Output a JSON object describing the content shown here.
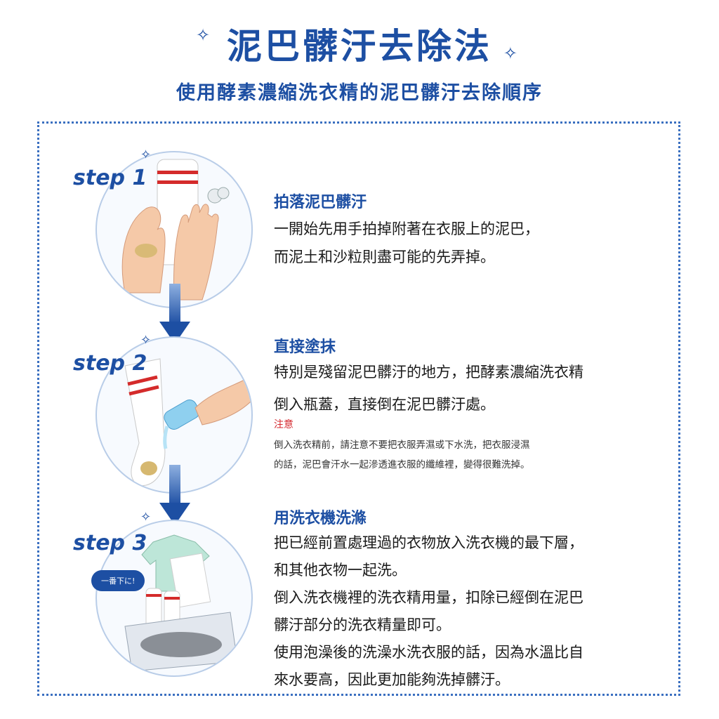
{
  "header": {
    "title": "泥巴髒汙去除法",
    "subtitle": "使用酵素濃縮洗衣精的泥巴髒汙去除順序",
    "sparkle_icon": "✧"
  },
  "steps": [
    {
      "label": "step 1",
      "heading": "拍落泥巴髒汙",
      "lines": [
        "一開始先用手拍掉附著在衣服上的泥巴，",
        "而泥土和沙粒則盡可能的先弄掉。"
      ]
    },
    {
      "label": "step 2",
      "heading": "直接塗抹",
      "lines": [
        "特別是殘留泥巴髒汙的地方，把酵素濃縮洗衣精",
        "倒入瓶蓋，直接倒在泥巴髒汙處。"
      ],
      "note_label": "注意",
      "note_lines": [
        "倒入洗衣精前，請注意不要把衣服弄濕或下水洗，把衣服浸濕",
        "的話，泥巴會汗水一起滲透進衣服的纖維裡，變得很難洗掉。"
      ]
    },
    {
      "label": "step 3",
      "heading": "用洗衣機洗滌",
      "bubble": "一番下に!",
      "lines": [
        "把已經前置處理過的衣物放入洗衣機的最下層，",
        "和其他衣物一起洗。",
        "倒入洗衣機裡的洗衣精用量，扣除已經倒在泥巴",
        "髒汙部分的洗衣精量即可。",
        "使用泡澡後的洗澡水洗衣服的話，因為水溫比自",
        "來水要高，因此更加能夠洗掉髒汙。"
      ]
    }
  ],
  "colors": {
    "brand_blue": "#1d4fa3",
    "note_red": "#d4272d",
    "stripe_red": "#d42b2b"
  }
}
